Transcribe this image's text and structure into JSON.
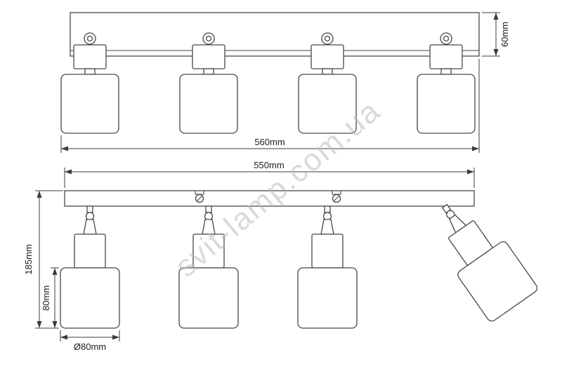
{
  "watermark": {
    "text": "svit-lamp.com.ua"
  },
  "top_view": {
    "dim_length": "560mm",
    "dim_bar_height": "60mm"
  },
  "front_view": {
    "dim_length": "550mm",
    "dim_total_height": "185mm",
    "dim_shade_height": "80mm",
    "dim_shade_diameter": "Ø80mm"
  },
  "colors": {
    "line": "#474747",
    "dim_text": "#1c1c1c",
    "watermark": "#bdbdbd"
  }
}
